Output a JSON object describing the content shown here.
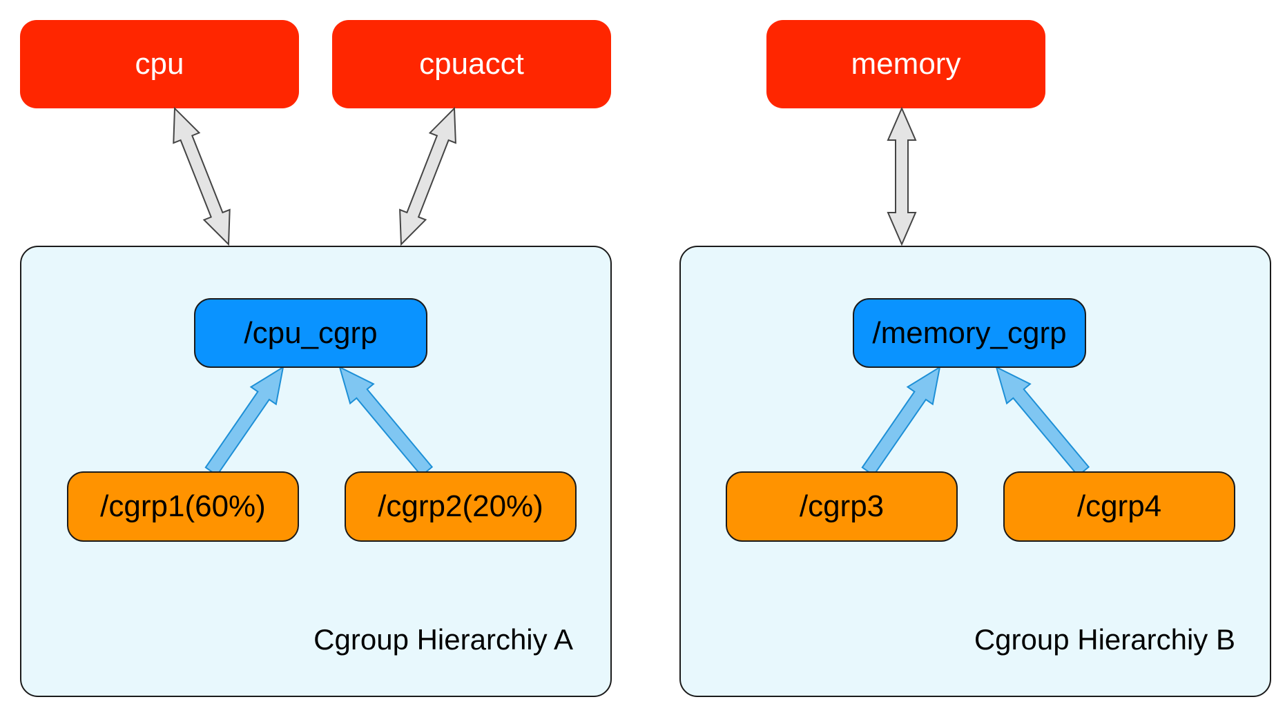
{
  "subsystems": {
    "cpu": "cpu",
    "cpuacct": "cpuacct",
    "memory": "memory"
  },
  "hierarchy_a": {
    "label": "Cgroup Hierarchiy A",
    "root": "/cpu_cgrp",
    "children": [
      "/cgrp1(60%)",
      "/cgrp2(20%)"
    ]
  },
  "hierarchy_b": {
    "label": "Cgroup Hierarchiy B",
    "root": "/memory_cgrp",
    "children": [
      "/cgrp3",
      "/cgrp4"
    ]
  },
  "colors": {
    "subsystem": "#ff2600",
    "hierarchy_bg": "#e8f8fd",
    "root": "#0a93ff",
    "child": "#ff9300",
    "attach_arrow_fill": "#e4e4e4",
    "child_arrow_fill": "#7fc6f2"
  }
}
